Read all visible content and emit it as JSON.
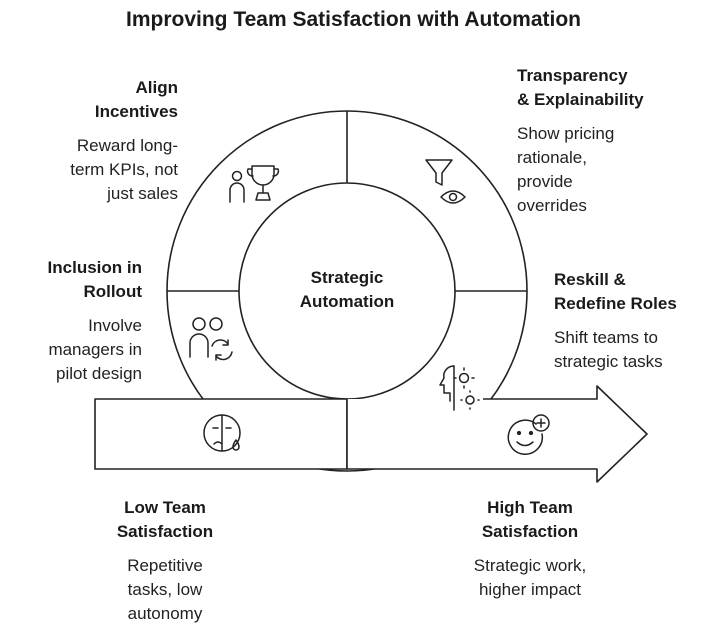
{
  "title": "Improving Team Satisfaction with Automation",
  "hub": {
    "line1": "Strategic",
    "line2": "Automation"
  },
  "segments": {
    "align": {
      "heading_1": "Align",
      "heading_2": "Incentives",
      "desc_1": "Reward long-",
      "desc_2": "term KPIs, not",
      "desc_3": "just sales",
      "icon": "user-trophy-icon"
    },
    "transparency": {
      "heading_1": "Transparency",
      "heading_2": "& Explainability",
      "desc_1": "Show pricing",
      "desc_2": "rationale,",
      "desc_3": "provide",
      "desc_4": "overrides",
      "icon": "filter-eye-icon"
    },
    "inclusion": {
      "heading_1": "Inclusion in",
      "heading_2": "Rollout",
      "desc_1": "Involve",
      "desc_2": "managers in",
      "desc_3": "pilot design",
      "icon": "users-cycle-icon"
    },
    "reskill": {
      "heading_1": "Reskill &",
      "heading_2": "Redefine Roles",
      "desc_1": "Shift teams to",
      "desc_2": "strategic tasks",
      "icon": "head-gears-icon"
    }
  },
  "start": {
    "heading_1": "Low Team",
    "heading_2": "Satisfaction",
    "desc_1": "Repetitive",
    "desc_2": "tasks, low",
    "desc_3": "autonomy",
    "icon": "sad-face-icon"
  },
  "end": {
    "heading_1": "High Team",
    "heading_2": "Satisfaction",
    "desc_1": "Strategic work,",
    "desc_2": "higher impact",
    "icon": "happy-face-plus-icon"
  }
}
